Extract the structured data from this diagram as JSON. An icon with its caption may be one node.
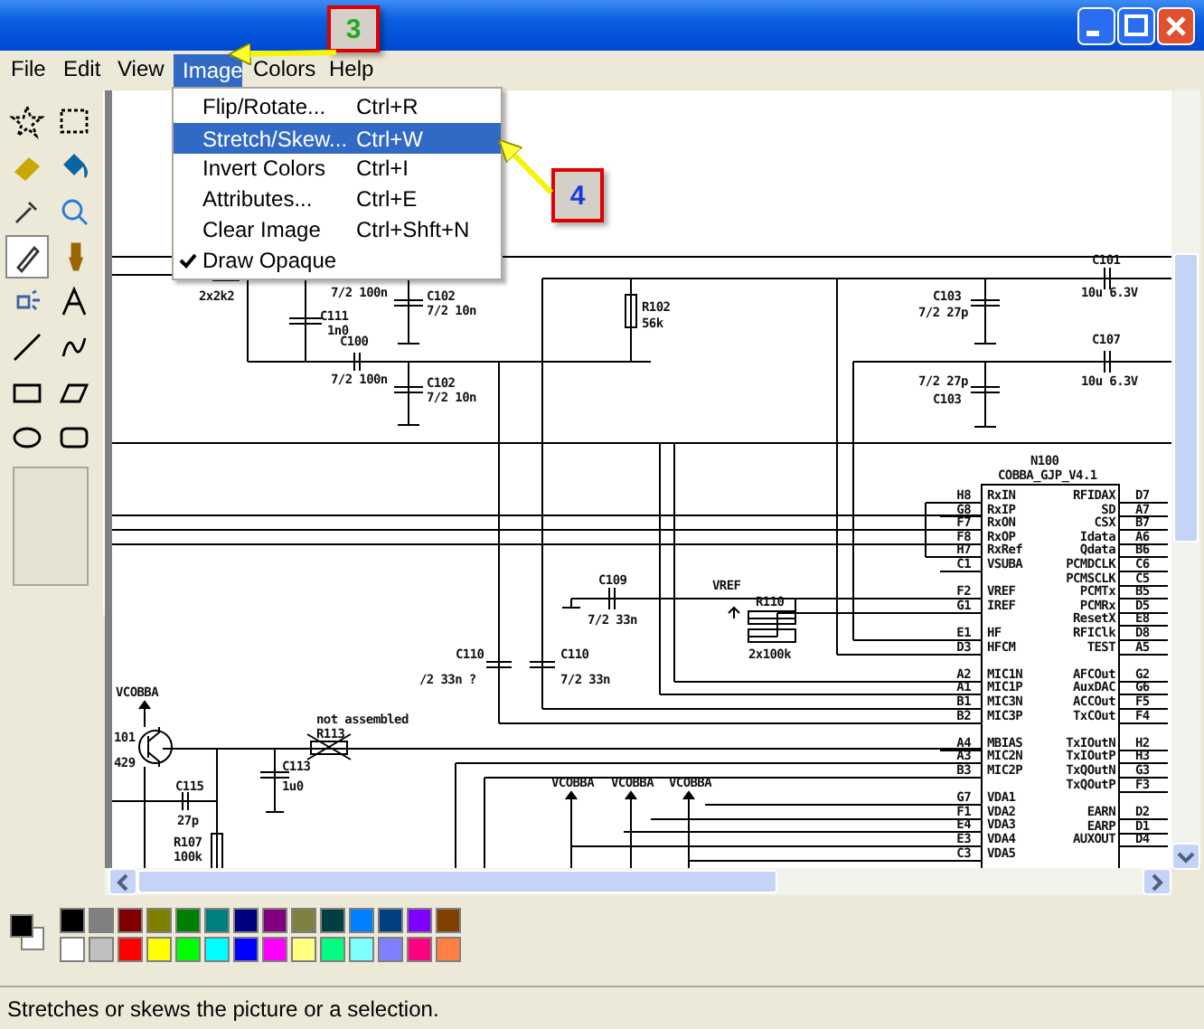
{
  "diagram": {
    "nodes": [
      {
        "text": [
          "3"
        ]
      },
      {
        "text": [
          "Image"
        ]
      },
      {
        "text": [
          "Stretch/Skew...",
          "Ctrl+W"
        ]
      },
      {
        "text": [
          "4"
        ]
      }
    ],
    "edges": [
      {
        "from": 0,
        "to": 1,
        "arrow": "to"
      },
      {
        "from": 3,
        "to": 2,
        "arrow": "to"
      }
    ],
    "labels": [
      "File",
      "Edit",
      "View",
      "Colors",
      "Help",
      "Flip/Rotate...",
      "Ctrl+R",
      "Invert Colors",
      "Ctrl+I",
      "Attributes...",
      "Ctrl+E",
      "Clear Image",
      "Ctrl+Shft+N",
      "Draw Opaque",
      "2x2k2",
      "7/2 100n",
      "C102",
      "7/2 10n",
      "C111",
      "1n0",
      "C100",
      "7/2 100n",
      "C102",
      "7/2 10n",
      "R102",
      "56k",
      "C101",
      "C103",
      "10u 6.3V",
      "7/2 27p",
      "C107",
      "7/2 27p",
      "10u 6.3V",
      "C103",
      "N100",
      "COBBA_GJP_V4.1",
      "H8",
      "RxIN",
      "G8",
      "RxIP",
      "F7",
      "RxON",
      "F8",
      "RxOP",
      "H7",
      "RxRef",
      "C1",
      "VSUBA",
      "F2",
      "VREF",
      "G1",
      "IREF",
      "E1",
      "HF",
      "D3",
      "HFCM",
      "A2",
      "MIC1N",
      "A1",
      "MIC1P",
      "B1",
      "MIC3N",
      "B2",
      "MIC3P",
      "A4",
      "MBIAS",
      "A3",
      "MIC2N",
      "B3",
      "MIC2P",
      "G7",
      "VDA1",
      "F1",
      "VDA2",
      "E4",
      "VDA3",
      "E3",
      "VDA4",
      "C3",
      "VDA5",
      "RFIDAX",
      "D7",
      "SD",
      "A7",
      "CSX",
      "B7",
      "Idata",
      "A6",
      "Qdata",
      "B6",
      "PCMDCLK",
      "C6",
      "PCMSCLK",
      "C5",
      "PCMTx",
      "B5",
      "PCMRx",
      "D5",
      "ResetX",
      "E8",
      "RFIClk",
      "D8",
      "TEST",
      "A5",
      "AFCOut",
      "G2",
      "AuxDAC",
      "G6",
      "ACCOut",
      "F5",
      "TxCOut",
      "F4",
      "TxIOutN",
      "H2",
      "TxIOutP",
      "H3",
      "TxQOutN",
      "G3",
      "TxQOutP",
      "F3",
      "EARN",
      "D2",
      "EARP",
      "D1",
      "AUXOUT",
      "D4",
      "C109",
      "7/2 33n",
      "VREF",
      "R110",
      "C110",
      "C110",
      "2x100k",
      "/2 33n ?",
      "7/2 33n",
      "VCOBBA",
      "101",
      "429",
      "not assembled",
      "R113",
      "C113",
      "C115",
      "1u0",
      "27p",
      "R107",
      "100k",
      "VCOBBA",
      "VCOBBA",
      "VCOBBA",
      "Stretches or skews the picture or a selection."
    ]
  }
}
